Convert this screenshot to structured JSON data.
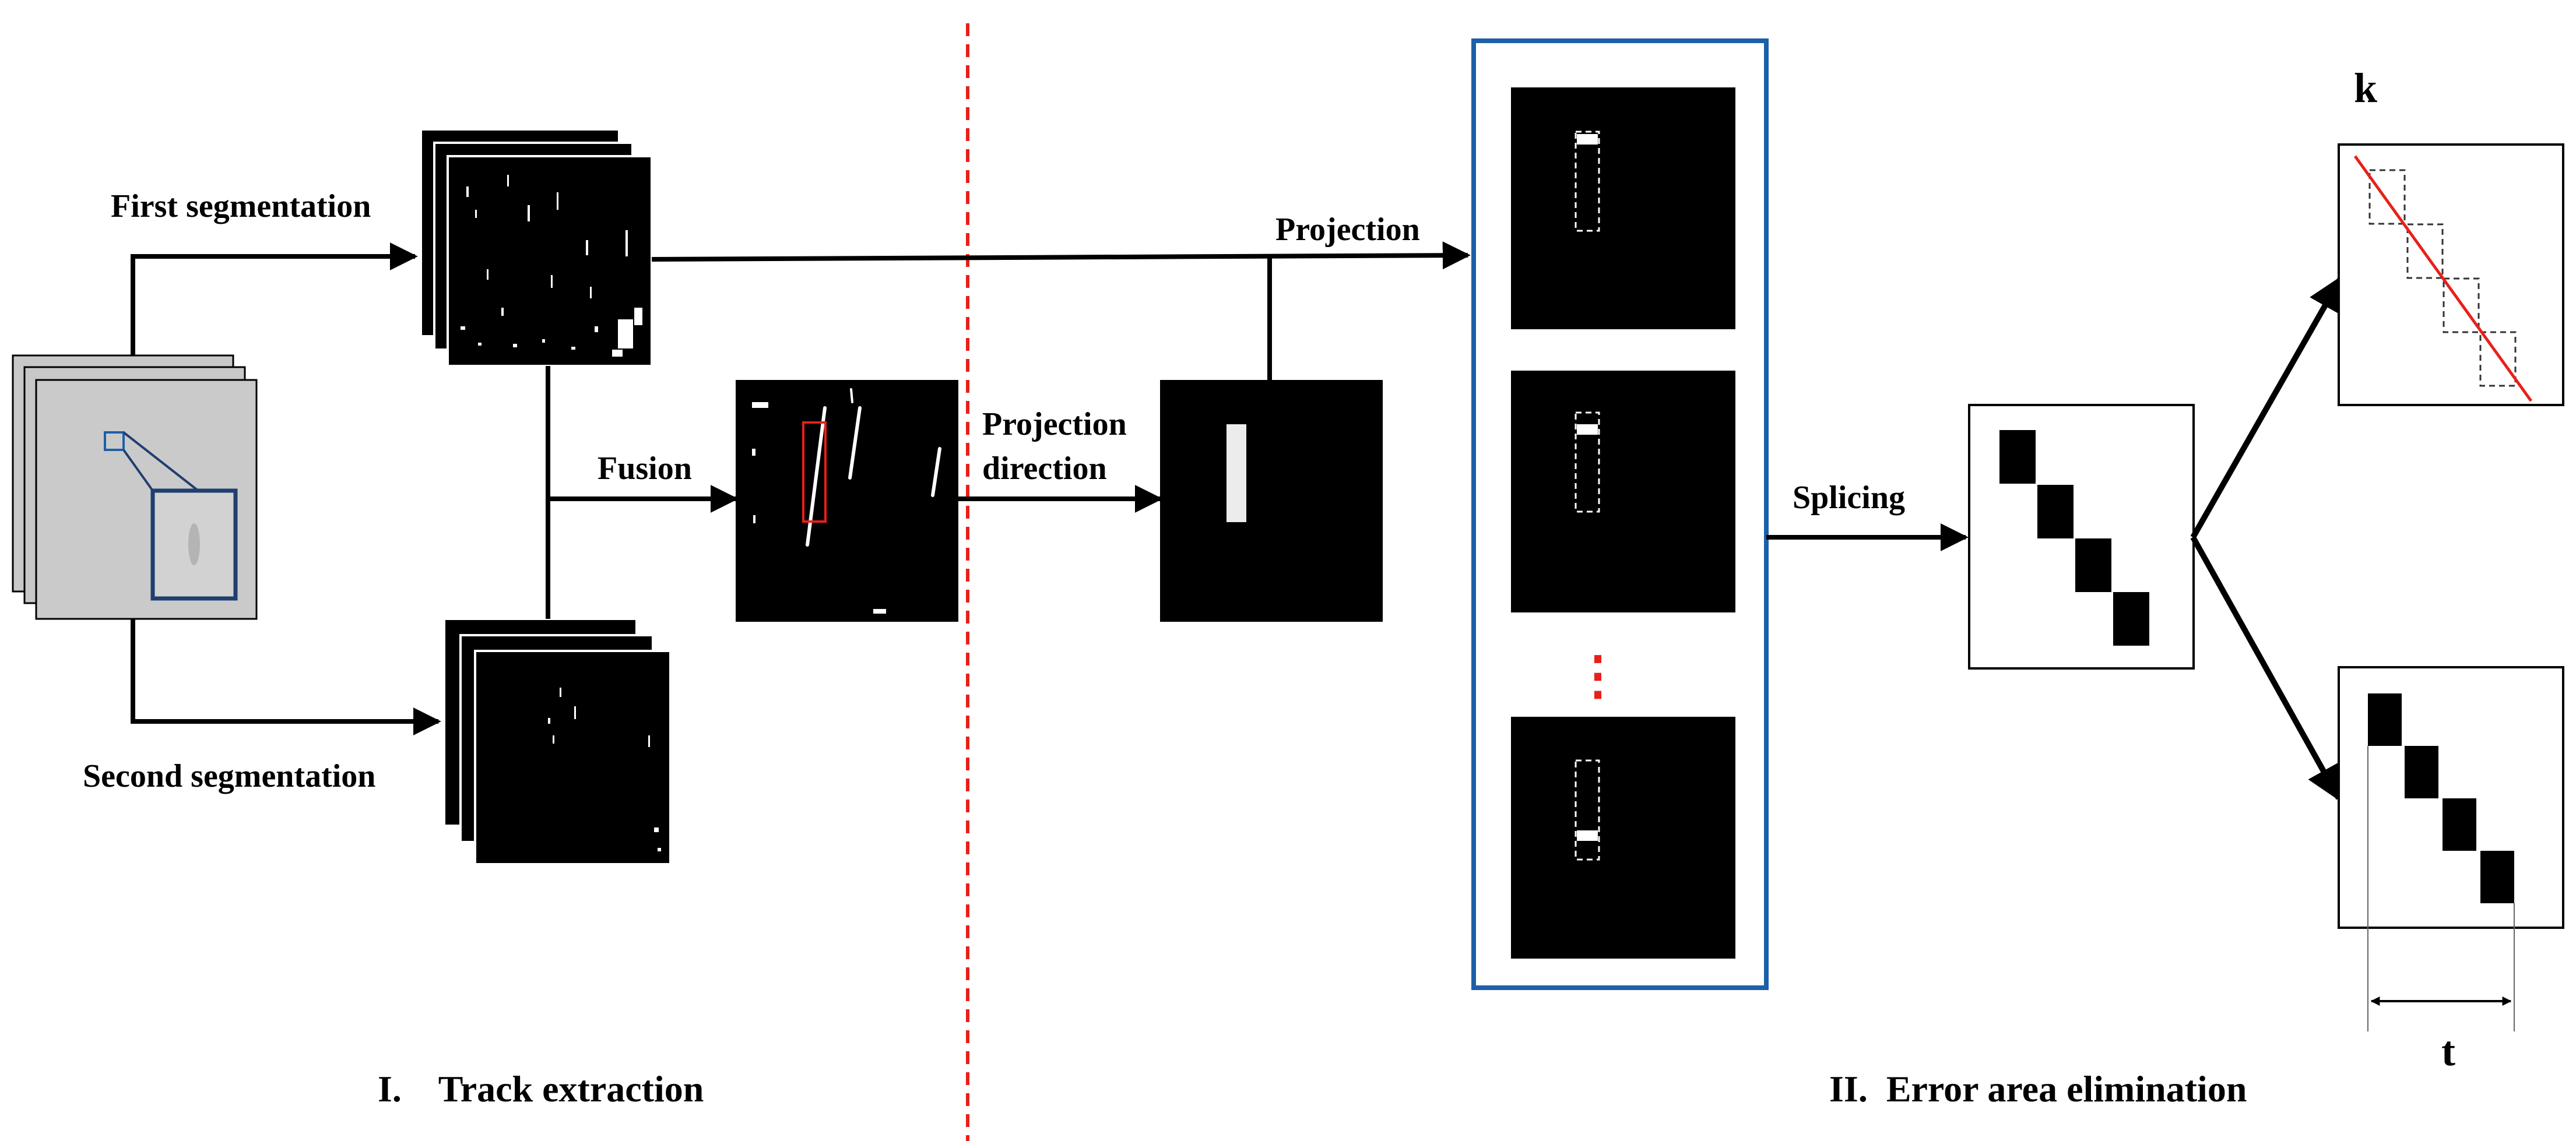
{
  "labels": {
    "first_segmentation": "First segmentation",
    "second_segmentation": "Second segmentation",
    "fusion": "Fusion",
    "projection_direction_line1": "Projection",
    "projection_direction_line2": "direction",
    "projection": "Projection",
    "splicing": "Splicing",
    "k": "k",
    "t": "t",
    "ellipsis": "⋮"
  },
  "sections": {
    "track_extraction": "I.    Track extraction",
    "error_area_elimination": "II.  Error area elimination"
  },
  "colors": {
    "ink": "#000000",
    "accent_red": "#e8201a",
    "panel_blue": "#1d5fa8",
    "zoom_navy": "#1f3f6e",
    "input_gray": "#c8c8c8"
  }
}
